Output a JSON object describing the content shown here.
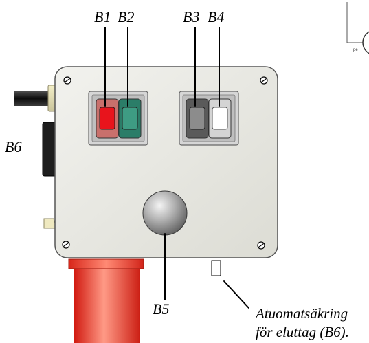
{
  "labels": {
    "b1": "B1",
    "b2": "B2",
    "b3": "B3",
    "b4": "B4",
    "b5": "B5",
    "b6": "B6"
  },
  "annotation": {
    "line1": "Atuomatsäkring",
    "line2": "för eluttag (B6)."
  },
  "corner_diagram": {
    "text": "pe"
  },
  "colors": {
    "box_fill": "#e6e6e0",
    "b1_button": "#e8141c",
    "b1_frame": "#c9706c",
    "b2_button": "#3e9c83",
    "b2_frame": "#2b7d68",
    "b3_button": "#8c8c8c",
    "b3_frame": "#5a5a5a",
    "b4_button": "#ffffff",
    "b4_frame": "#d4d4d4",
    "b5_knob": "#9a9a9a",
    "b6_socket": "#e8352a",
    "outlet_side": "#1e1e1e"
  }
}
